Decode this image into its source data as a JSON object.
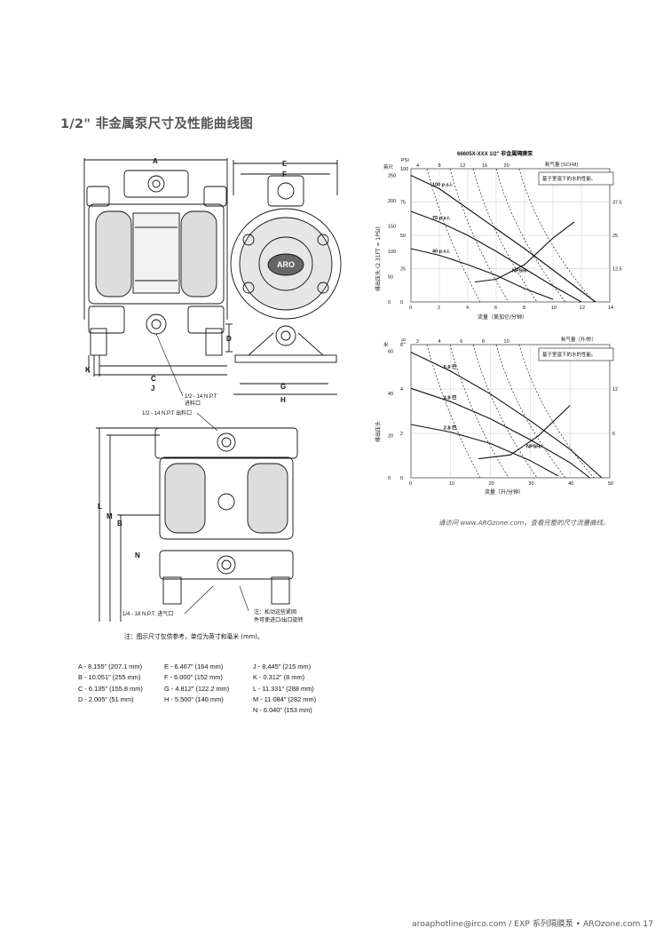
{
  "page": {
    "title": "1/2\" 非金属泵尺寸及性能曲线图",
    "footer": "aroaphotline@irco.com / EXP 系列隔膜泵 • AROzone.com   17",
    "visit_note": "请访问 www.AROzone.com，查看完整的尺寸流量曲线。",
    "dimension_note": "注：图示尺寸仅供参考，单位为英寸和毫米 (mm)。"
  },
  "drawing": {
    "dim_letters": [
      "A",
      "B",
      "C",
      "D",
      "E",
      "F",
      "G",
      "H",
      "J",
      "K",
      "L",
      "M",
      "N"
    ],
    "callouts": {
      "outlet": "1/2 - 14 N.P.T 出料口",
      "inlet_1": "1/2 - 14 N.P.T",
      "inlet_2": "进料口",
      "air_inlet": "1/4 - 18 N.P.T. 进气口",
      "rotate_note_1": "注：松动这些紧固",
      "rotate_note_2": "件可使进口/出口旋转"
    },
    "brand": "ARO"
  },
  "dimensions": [
    [
      "A - 8.155\" (207.1 mm)",
      "B - 10.051\" (255 mm)",
      "C - 6.135\" (155.8 mm)",
      "D - 2.005\" (51 mm)"
    ],
    [
      "E - 6.467\" (164 mm)",
      "F - 6.000\" (152 mm)",
      "G - 4.812\" (122.2 mm)",
      "H - 5.500\" (140 mm)"
    ],
    [
      "J - 8.445\" (215 mm)",
      "K - 0.312\" (8 mm)",
      "L - 11.331\" (288 mm)",
      "M - 11.084\" (282 mm)",
      "N - 6.040\" (153 mm)"
    ]
  ],
  "chart_data": [
    {
      "type": "line",
      "title": "66605X-XXX 1/2\" 非金属隔膜泵",
      "xlabel": "流量（美加仑/分钟）",
      "ylabel": "排出压头 (2.31FT = 1PSI)",
      "y_unit_left": "PSI",
      "y_unit_right_top": "耗气量 (SCFM)",
      "y_left_label_top": "英尺",
      "note": "基于室温下的水的性能。",
      "xlim": [
        0,
        14
      ],
      "xticks": [
        "0",
        "2",
        "4",
        "6",
        "8",
        "10",
        "12",
        "14"
      ],
      "ylim": [
        0,
        100
      ],
      "yticks_psi": [
        "0",
        "25",
        "50",
        "75",
        "100"
      ],
      "yticks_ft": [
        "0",
        "50",
        "100",
        "150",
        "200",
        "250"
      ],
      "yticks_right": [
        "12.5",
        "25",
        "37.5"
      ],
      "top_ticks_scfm": [
        "4",
        "8",
        "12",
        "16",
        "20"
      ],
      "series": [
        {
          "name": "100 p.s.i.",
          "x": [
            0,
            2,
            4,
            6,
            8,
            10,
            12,
            13
          ],
          "y": [
            95,
            85,
            70,
            55,
            40,
            24,
            8,
            0
          ]
        },
        {
          "name": "70 p.s.i.",
          "x": [
            0,
            2,
            4,
            6,
            8,
            10,
            12
          ],
          "y": [
            68,
            60,
            50,
            38,
            25,
            12,
            0
          ]
        },
        {
          "name": "40 p.s.i.",
          "x": [
            0,
            2,
            4,
            6,
            8,
            10
          ],
          "y": [
            40,
            35,
            28,
            20,
            10,
            2
          ]
        },
        {
          "name": "NPSHr",
          "x": [
            4.5,
            6,
            8,
            10,
            11.5
          ],
          "y": [
            15,
            17,
            28,
            48,
            60
          ]
        }
      ]
    },
    {
      "type": "line",
      "title": "",
      "xlabel": "流量（升/分钟）",
      "ylabel": "排出压头",
      "y_unit_left": "巴",
      "y_left_label_top": "米",
      "y_unit_right_top": "耗气量（升/秒）",
      "note": "基于室温下的水的性能。",
      "xlim": [
        0,
        50
      ],
      "xticks": [
        "0",
        "10",
        "20",
        "30",
        "40",
        "50"
      ],
      "ylim": [
        0,
        7
      ],
      "yticks_bar": [
        "0",
        "2",
        "4",
        "6"
      ],
      "yticks_m": [
        "0",
        "20",
        "40",
        "60"
      ],
      "yticks_right": [
        "6",
        "12"
      ],
      "top_ticks_ls": [
        "2",
        "4",
        "6",
        "8",
        "10"
      ],
      "series": [
        {
          "name": "6.9 巴",
          "x": [
            0,
            10,
            20,
            30,
            40,
            48
          ],
          "y": [
            6.6,
            5.6,
            4.4,
            3.0,
            1.5,
            0
          ]
        },
        {
          "name": "4.8 巴",
          "x": [
            0,
            10,
            20,
            30,
            40,
            45
          ],
          "y": [
            4.7,
            4.0,
            3.1,
            2.0,
            0.8,
            0
          ]
        },
        {
          "name": "2.8 巴",
          "x": [
            0,
            10,
            20,
            30,
            37
          ],
          "y": [
            2.8,
            2.4,
            1.8,
            0.9,
            0.1
          ]
        },
        {
          "name": "NPSHr",
          "x": [
            17,
            25,
            32,
            40
          ],
          "y": [
            1.0,
            1.2,
            2.2,
            3.8
          ]
        }
      ]
    }
  ]
}
